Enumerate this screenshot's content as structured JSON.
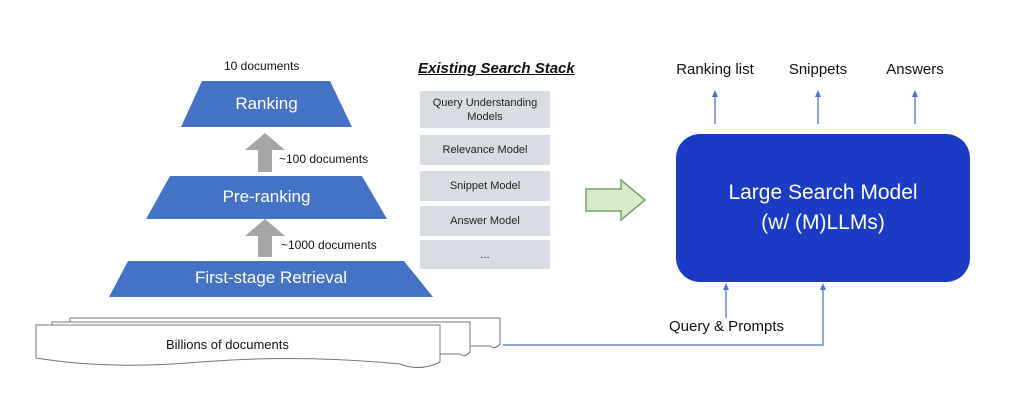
{
  "pyramid": {
    "top_label": "10 documents",
    "ranking": "Ranking",
    "mid_label": "~100 documents",
    "preranking": "Pre-ranking",
    "bottom_label": "~1000 documents",
    "retrieval": "First-stage Retrieval",
    "documents": "Billions of documents"
  },
  "stack": {
    "title": "Existing Search Stack",
    "items": [
      "Query Understanding Models",
      "Relevance Model",
      "Snippet Model",
      "Answer Model",
      "..."
    ]
  },
  "lsm": {
    "line1": "Large Search Model",
    "line2": "(w/ (M)LLMs)",
    "outputs": [
      "Ranking list",
      "Snippets",
      "Answers"
    ],
    "input_label": "Query & Prompts"
  },
  "colors": {
    "trapezoid": "#4472c4",
    "lsm_box": "#1a3cc4",
    "gray_arrow": "#a6a6a6",
    "green_arrow_fill": "#d6ecc9",
    "green_arrow_stroke": "#7aa06a",
    "connector": "#4a78c8"
  }
}
